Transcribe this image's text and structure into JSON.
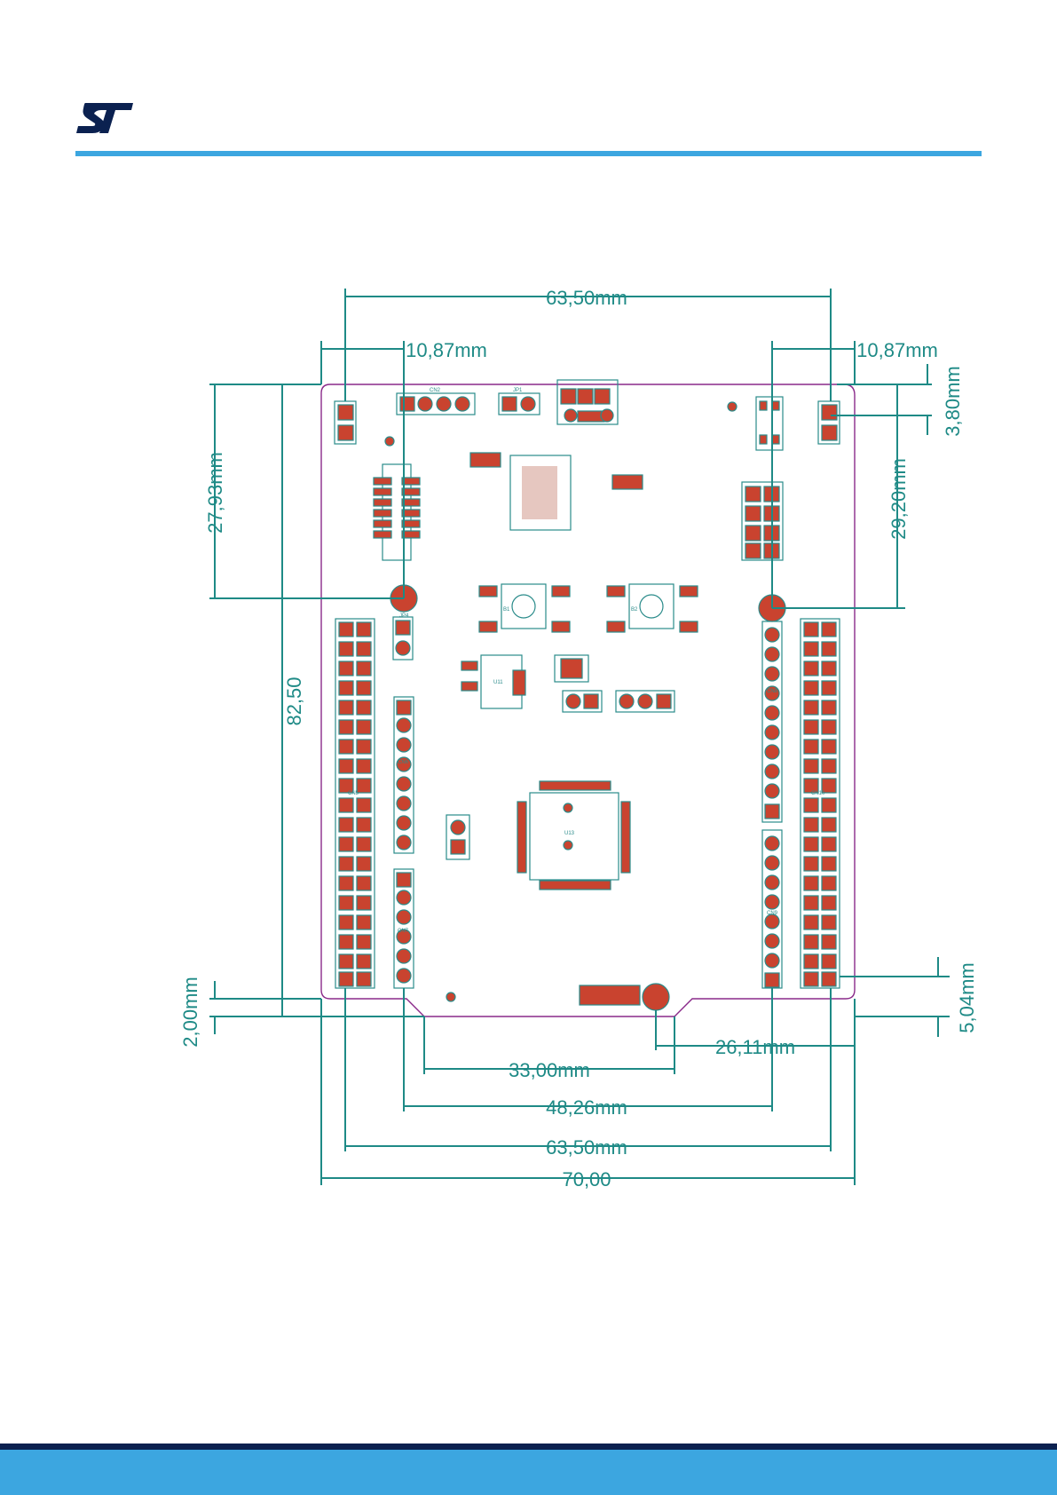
{
  "brand": {
    "logo_icon": "st-logo-icon",
    "accent": "#3ca6e0",
    "dark": "#0b2150"
  },
  "colors": {
    "dimension": "#1e8a86",
    "pad": "#c9432f",
    "outline": "#8a2a8a"
  },
  "dimensions": {
    "top_width": "63,50mm",
    "top_left_offset": "10,87mm",
    "top_right_offset": "10,87mm",
    "right_top_offset": "3,80mm",
    "left_height": "27,93mm",
    "board_height": "82,50",
    "right_height": "29,20mm",
    "bottom_left_offset": "2,00mm",
    "bottom_right_offset": "5,04mm",
    "right_bottom_offset": "26,11mm",
    "inner_width": "33,00mm",
    "header_span": "48,26mm",
    "bottom_width": "63,50mm",
    "board_width": "70,00"
  },
  "silkscreen": {
    "cn2": "CN2",
    "jp1": "JP1",
    "jp4": "JP4",
    "u11": "U11",
    "u13": "U13",
    "cn5": "CN5",
    "cn6": "CN6",
    "cn7": "CN7",
    "cn8": "CN8",
    "cn9": "CN9",
    "cn10": "CN10",
    "b1": "B1",
    "b2": "B2"
  }
}
